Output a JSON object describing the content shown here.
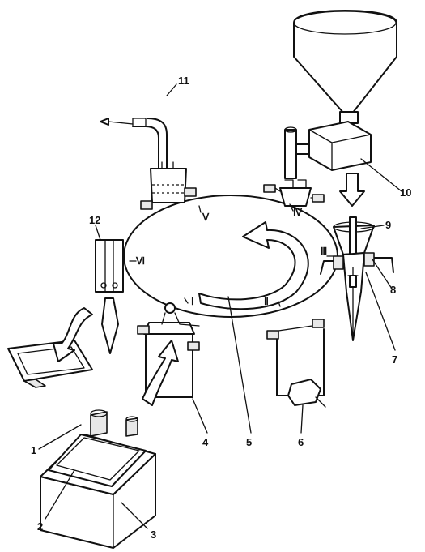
{
  "labels": {
    "n1": "1",
    "n2": "2",
    "n3": "3",
    "n4": "4",
    "n5": "5",
    "n6": "6",
    "n7": "7",
    "n8": "8",
    "n9": "9",
    "n10": "10",
    "n11": "11",
    "n12": "12"
  },
  "stations": {
    "s1": "Ⅰ",
    "s2": "Ⅱ",
    "s3": "Ⅲ",
    "s4": "Ⅳ",
    "s5": "Ⅴ",
    "s6": "Ⅵ"
  }
}
